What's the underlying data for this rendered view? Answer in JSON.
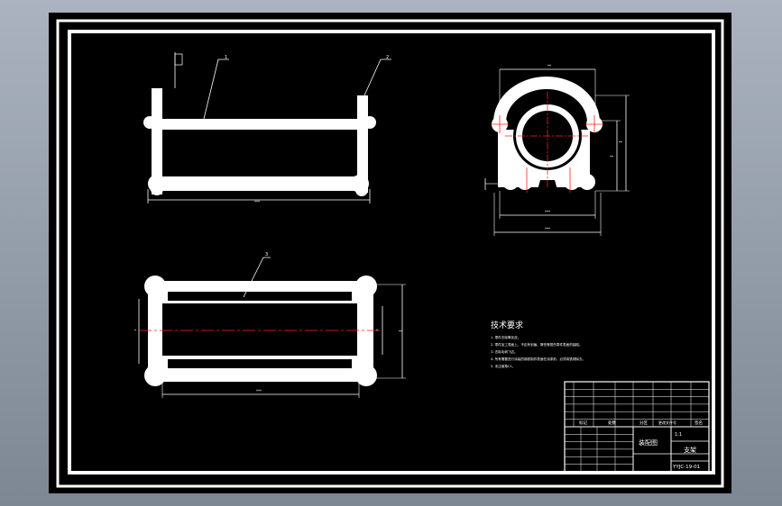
{
  "drawing": {
    "technical_requirements": {
      "title": "技术要求",
      "lines": [
        "1. 零件去除氧化皮。",
        "2. 零件加工表面上，不应有划痕、擦伤等损伤零件表面的缺陷。",
        "3. 去除毛刺飞边。",
        "4. 所有需要进行涂装的钢铁制件表面在涂漆前，必须将铁锈除去。",
        "5. 未注倒角C1。"
      ]
    },
    "title_block": {
      "drawing_name": "支架",
      "drawing_code": "YYJC-19-01",
      "scale": "1:1",
      "assembly_label": "装配图",
      "header_cells": [
        "标记",
        "处数",
        "分区",
        "更改文件号",
        "签名"
      ]
    },
    "balloons": [
      "1",
      "2",
      "3"
    ]
  },
  "colors": {
    "background": "#000000",
    "line": "#ffffff",
    "centerline": "#ff2020"
  }
}
